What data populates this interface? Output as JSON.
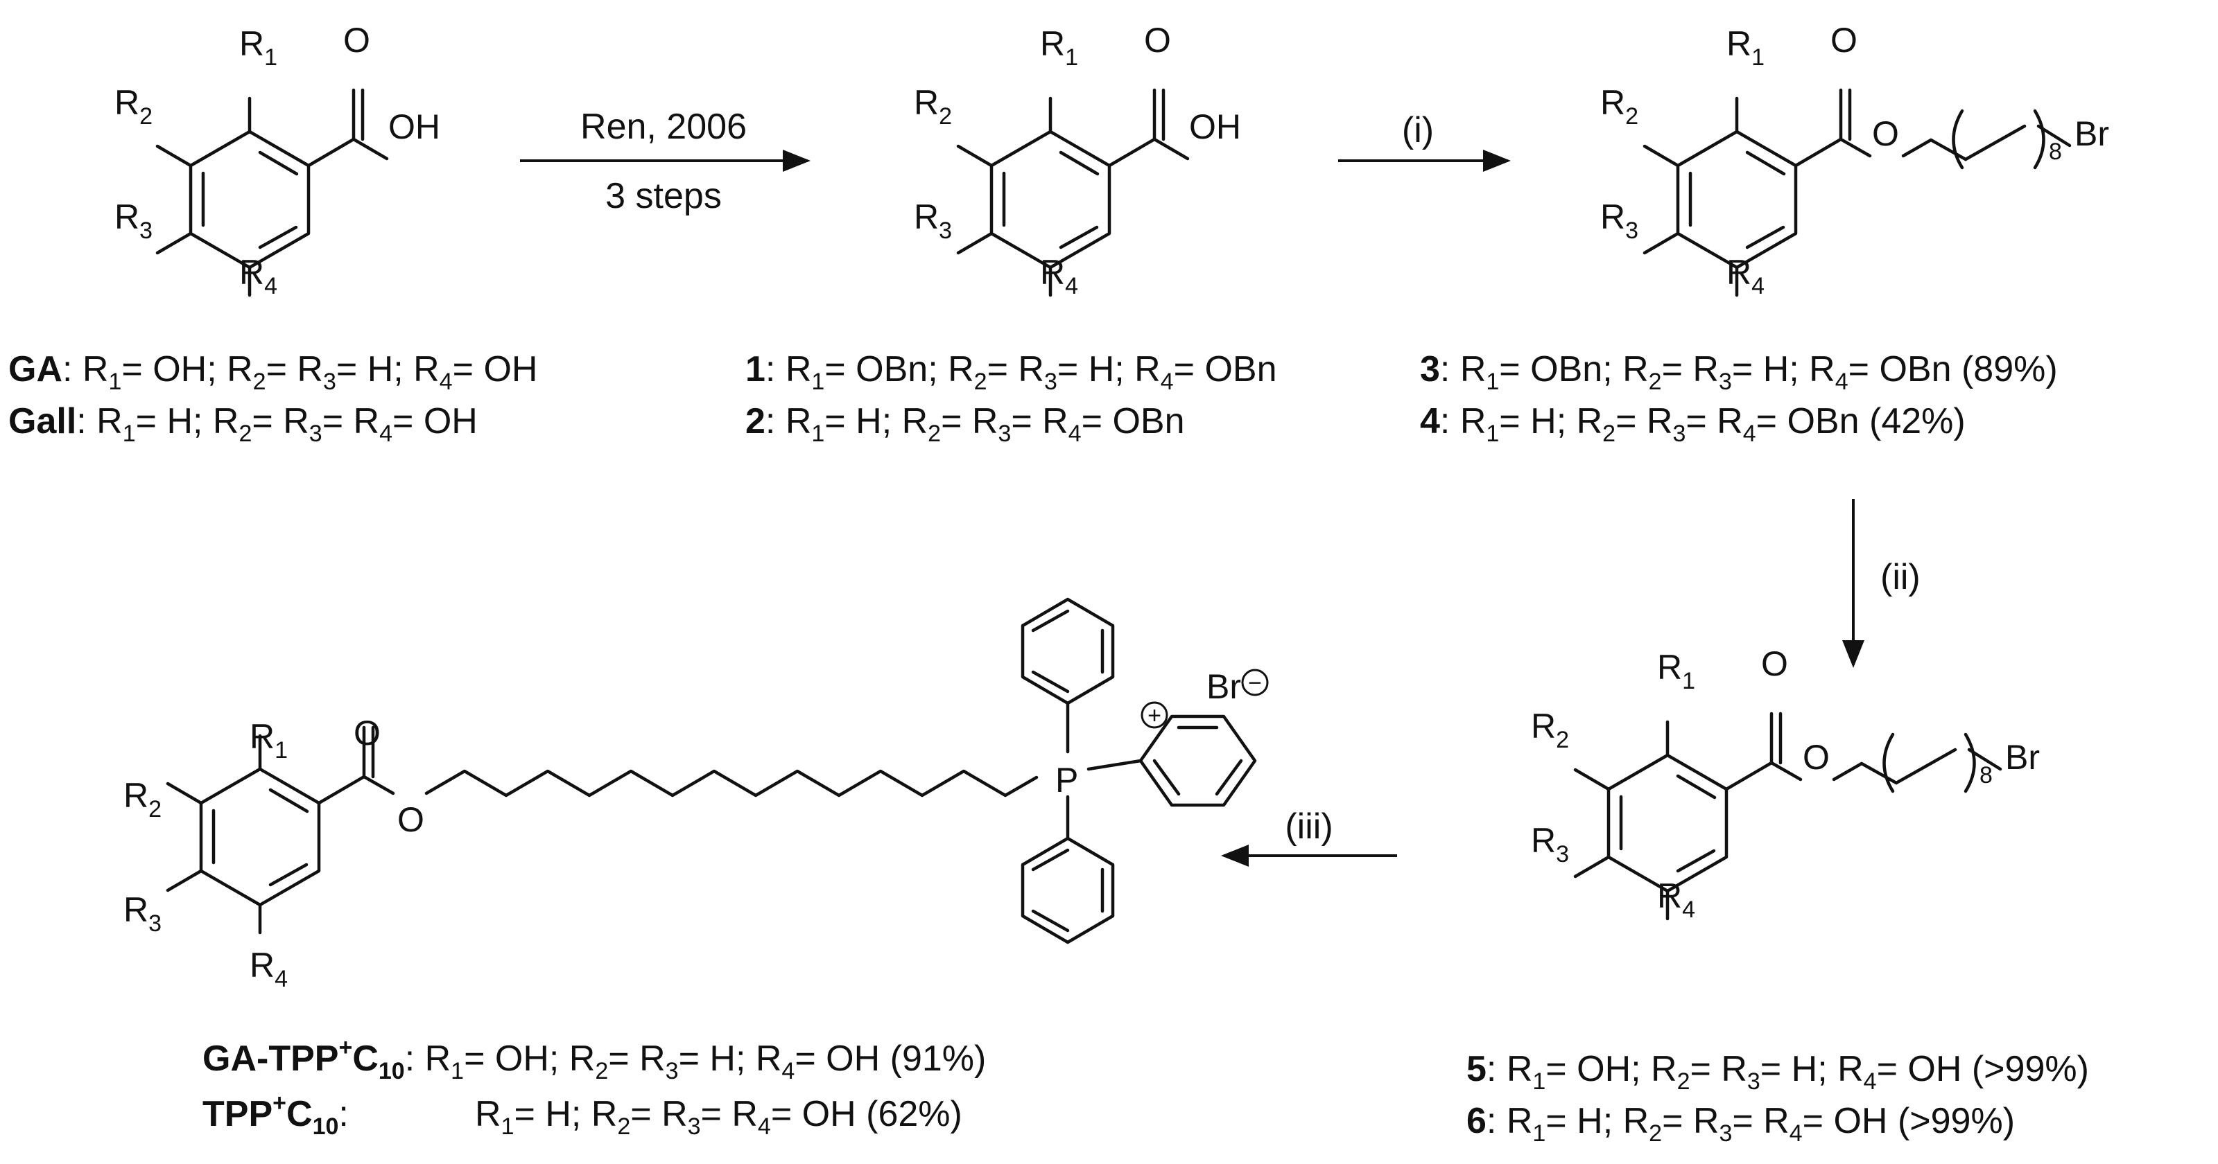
{
  "atoms": {
    "R": "R",
    "n1": "1",
    "n2": "2",
    "n3": "3",
    "n4": "4",
    "O": "O",
    "OH": "OH",
    "Br": "Br",
    "P": "P",
    "chain_n": "8",
    "plus": "+",
    "minus": "−"
  },
  "arrows": {
    "ren_top": "Ren, 2006",
    "ren_bottom": "3 steps",
    "step_i": "(i)",
    "step_ii": "(ii)",
    "step_iii": "(iii)"
  },
  "compounds": {
    "ga": {
      "name": "GA",
      "r1": "OH",
      "r2r3": "H",
      "r4": "OH",
      "yield": ""
    },
    "gall": {
      "name": "Gall",
      "r1": "H",
      "r234": "OH",
      "yield": ""
    },
    "c1": {
      "name": "1",
      "r1": "OBn",
      "r2r3": "H",
      "r4": "OBn",
      "yield": ""
    },
    "c2": {
      "name": "2",
      "r1": "H",
      "r234": "OBn",
      "yield": ""
    },
    "c3": {
      "name": "3",
      "r1": "OBn",
      "r2r3": "H",
      "r4": "OBn",
      "yield": "(89%)"
    },
    "c4": {
      "name": "4",
      "r1": "H",
      "r234": "OBn",
      "yield": "(42%)"
    },
    "c5": {
      "name": "5",
      "r1": "OH",
      "r2r3": "H",
      "r4": "OH",
      "yield": "(>99%)"
    },
    "c6": {
      "name": "6",
      "r1": "H",
      "r234": "OH",
      "yield": "(>99%)"
    },
    "ga_tpp": {
      "name": "GA-TPP",
      "sup": "+",
      "cname": "C",
      "csub": "10",
      "r1": "OH",
      "r2r3": "H",
      "r4": "OH",
      "yield": "(91%)"
    },
    "tpp": {
      "name": "TPP",
      "sup": "+",
      "cname": "C",
      "csub": "10",
      "r1": "H",
      "r234": "OH",
      "yield": "(62%)"
    }
  }
}
